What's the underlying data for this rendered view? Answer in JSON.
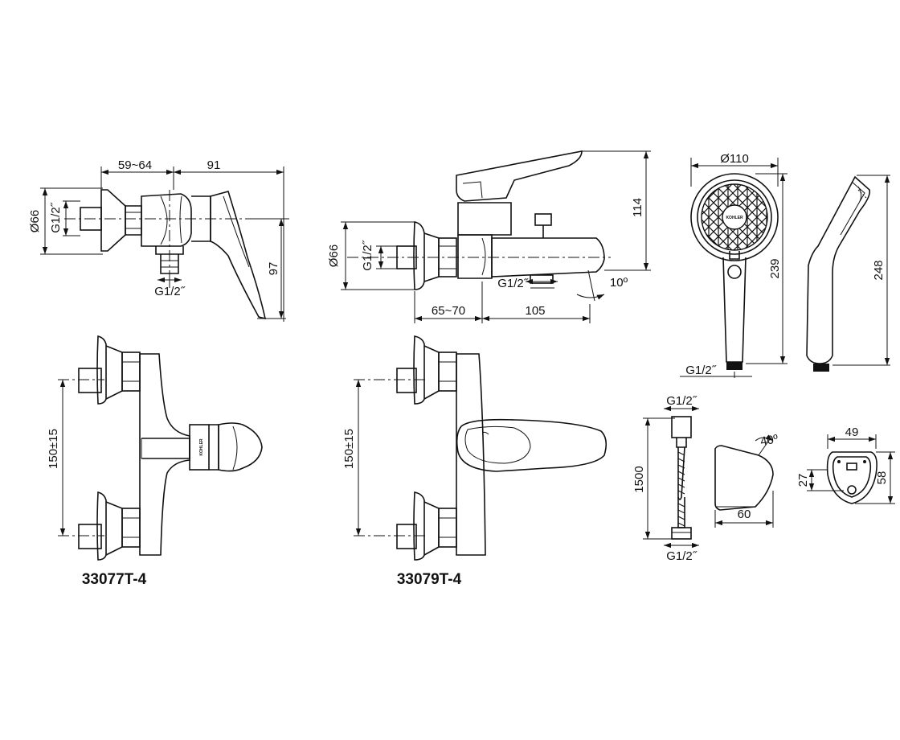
{
  "shower_mixer": {
    "dim_width_1": "59~64",
    "dim_width_2": "91",
    "dim_height": "97",
    "dim_diameter": "Ø66",
    "thread_inlet": "G1/2˝",
    "thread_outlet": "G1/2˝",
    "dim_centers": "150±15",
    "model": "33077T-4"
  },
  "bath_mixer": {
    "dim_height": "114",
    "dim_diameter": "Ø66",
    "thread_inlet": "G1/2˝",
    "thread_outlet": "G1/2˝",
    "angle": "10º",
    "dim_width_1": "65~70",
    "dim_width_2": "105",
    "dim_centers": "150±15",
    "model": "33079T-4"
  },
  "hand_shower": {
    "dim_diameter": "Ø110",
    "dim_height": "239",
    "dim_side_height": "248",
    "thread": "G1/2˝",
    "brand_mark": "KOHLER"
  },
  "hose": {
    "thread_top": "G1/2˝",
    "thread_bottom": "G1/2˝",
    "length": "1500"
  },
  "holder": {
    "angle": "40º",
    "depth": "60",
    "width": "49",
    "height_1": "27",
    "height_2": "58"
  },
  "mixer_brand_mark": "KOHLER"
}
